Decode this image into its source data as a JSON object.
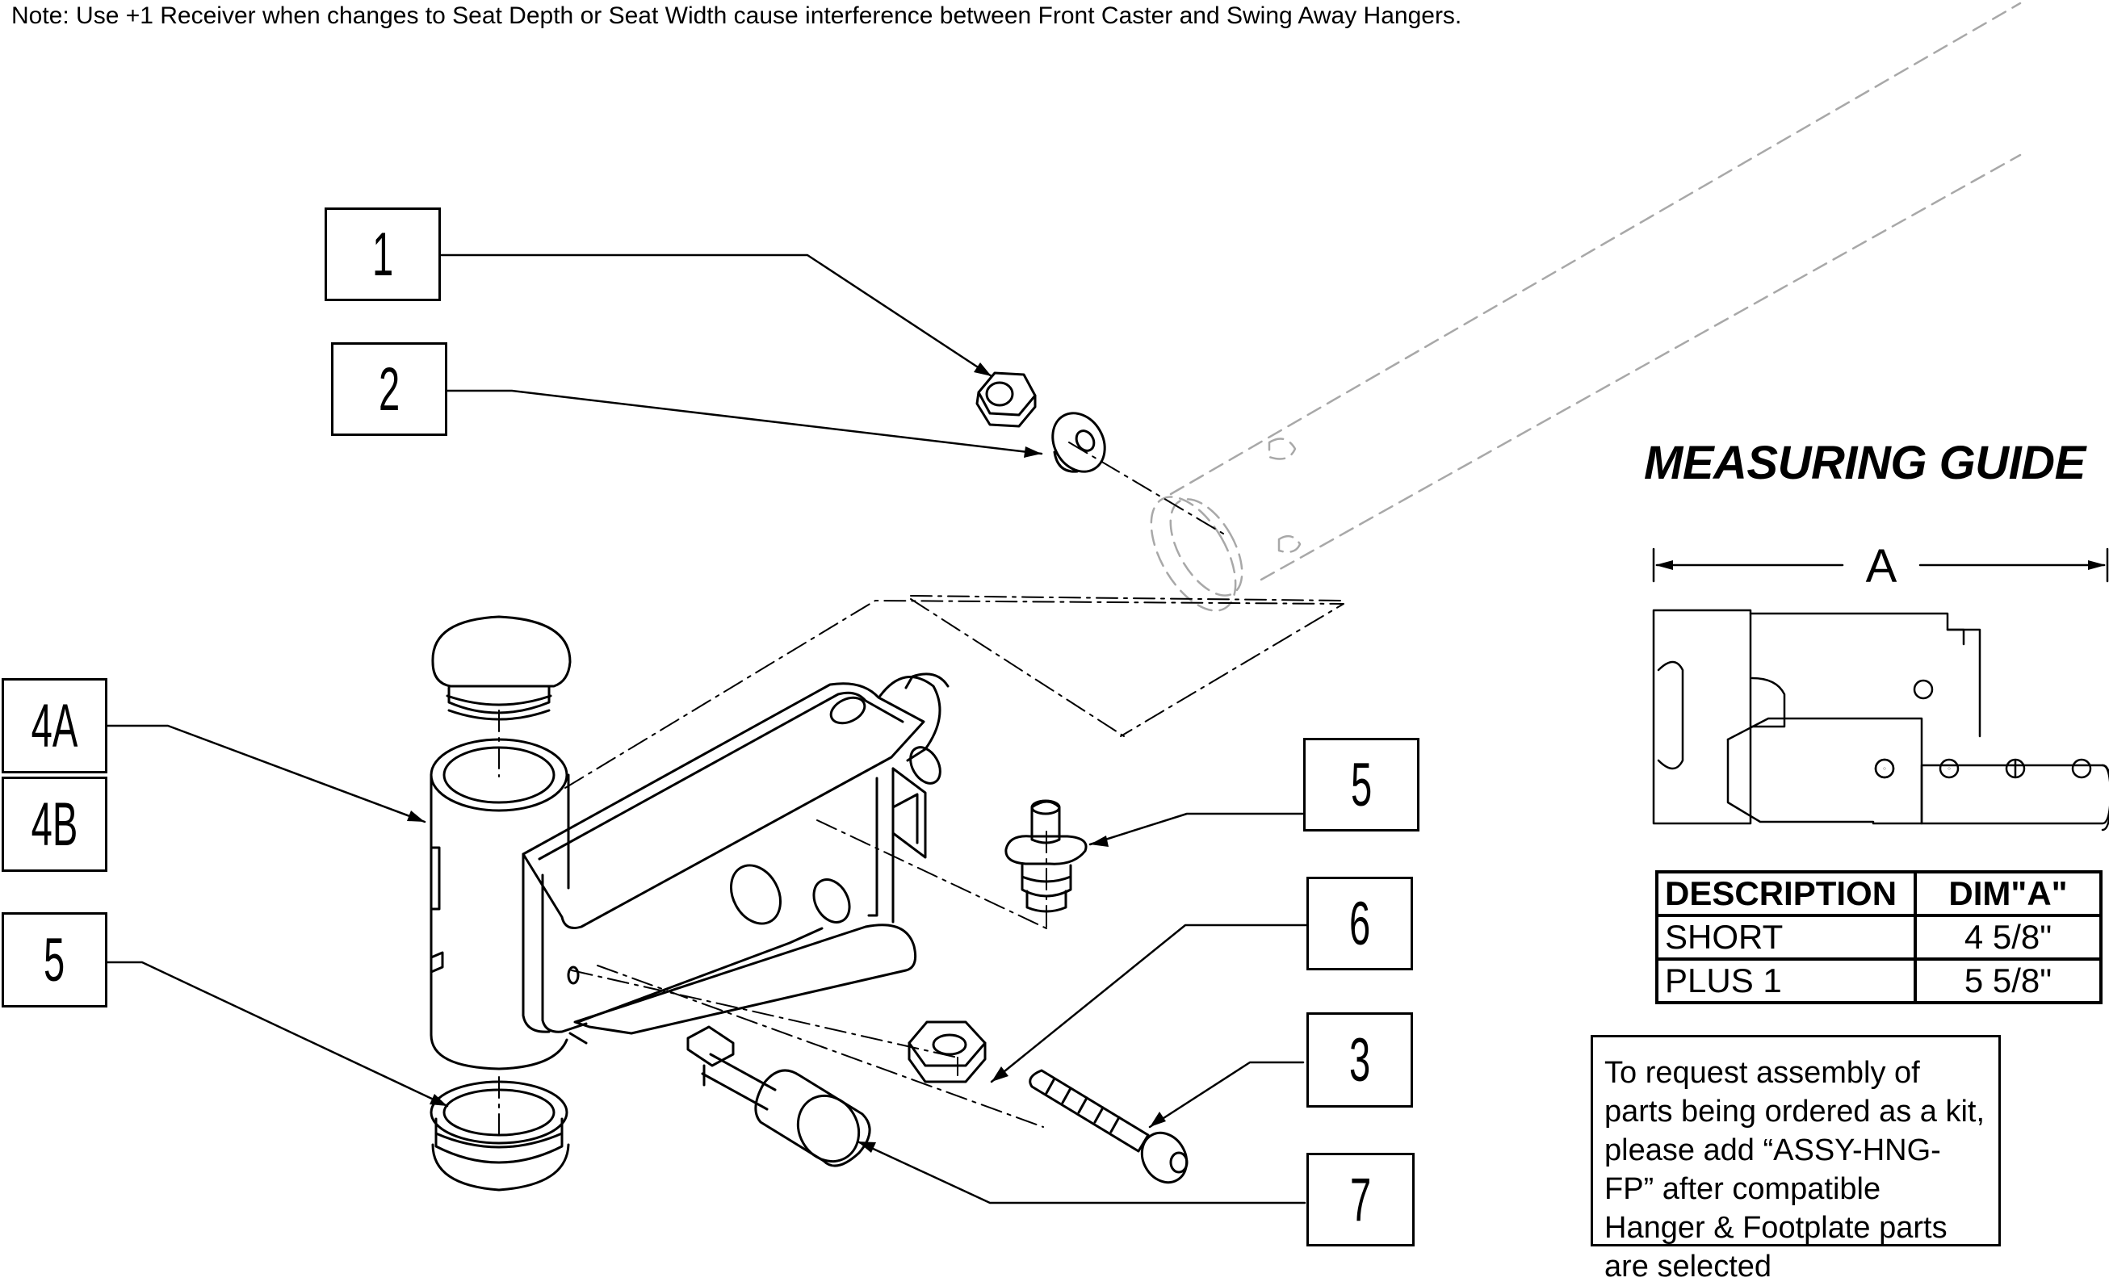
{
  "note": "Note: Use +1 Receiver when changes to Seat Depth or Seat Width cause interference between Front Caster and Swing Away Hangers.",
  "callouts": [
    "1",
    "2",
    "4A",
    "4B",
    "5",
    "5",
    "6",
    "3",
    "7"
  ],
  "measuring_guide": {
    "title": "MEASURING GUIDE",
    "dimension_letter": "A",
    "table": {
      "headers": [
        "DESCRIPTION",
        "DIM\"A\""
      ],
      "rows": [
        [
          "SHORT",
          "4 5/8\""
        ],
        [
          "PLUS 1",
          "5 5/8\""
        ]
      ]
    }
  },
  "kit_note": "To request assembly of parts being ordered as a kit, please add “ASSY-HNG-FP” after compatible Hanger & Footplate parts are selected"
}
